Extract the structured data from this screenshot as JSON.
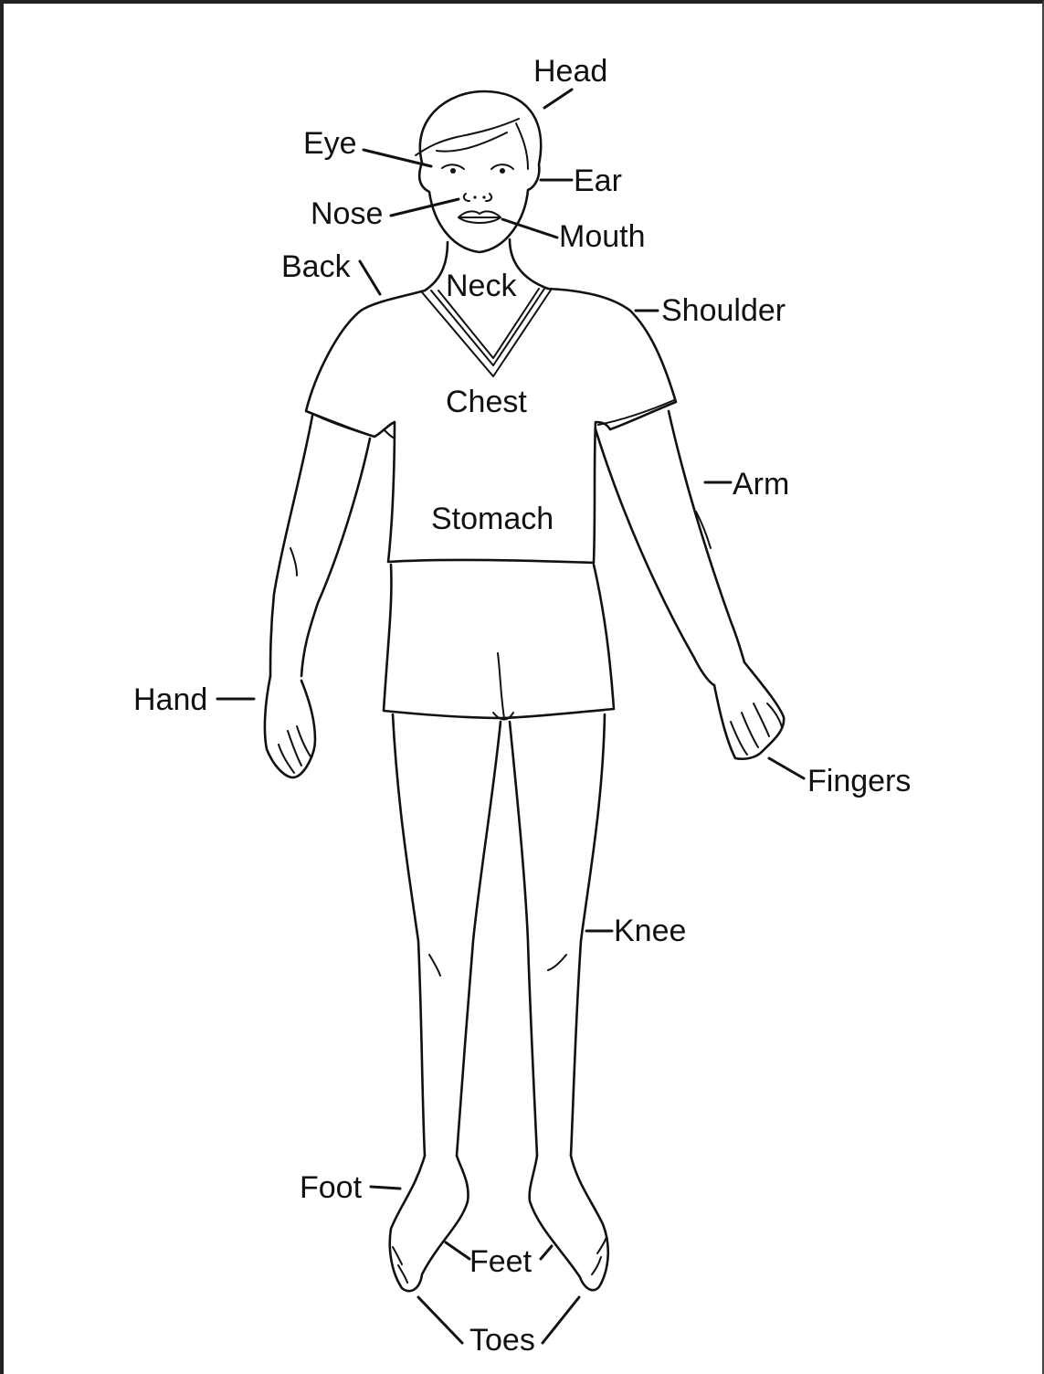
{
  "labels": {
    "head": "Head",
    "eye": "Eye",
    "ear": "Ear",
    "nose": "Nose",
    "mouth": "Mouth",
    "back": "Back",
    "neck": "Neck",
    "shoulder": "Shoulder",
    "chest": "Chest",
    "arm": "Arm",
    "stomach": "Stomach",
    "hand": "Hand",
    "fingers": "Fingers",
    "knee": "Knee",
    "foot": "Foot",
    "feet": "Feet",
    "toes": "Toes"
  }
}
